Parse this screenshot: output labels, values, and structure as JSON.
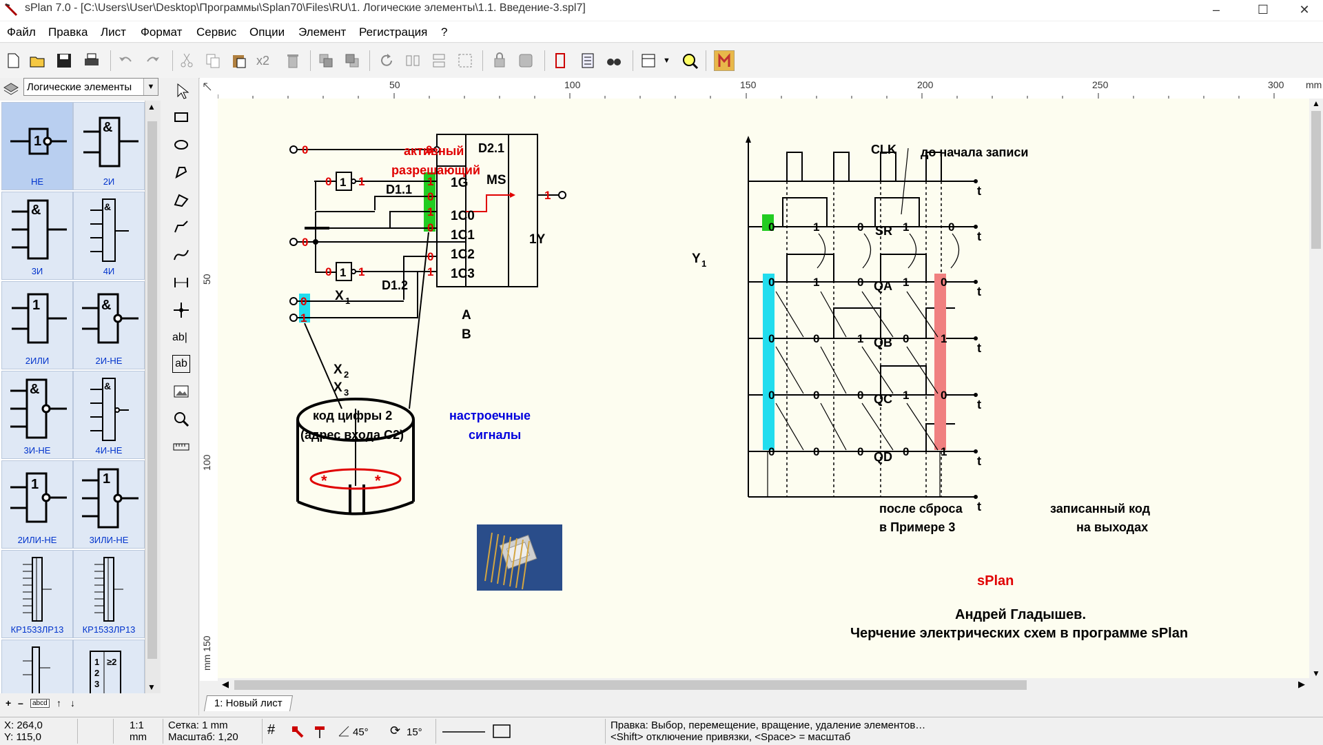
{
  "window": {
    "title": "sPlan 7.0 - [C:\\Users\\User\\Desktop\\Программы\\Splan70\\Files\\RU\\1. Логические элементы\\1.1. Введение-3.spl7]",
    "minimize": "–",
    "maximize": "☐",
    "close": "✕"
  },
  "menu": [
    "Файл",
    "Правка",
    "Лист",
    "Формат",
    "Сервис",
    "Опции",
    "Элемент",
    "Регистрация",
    "?"
  ],
  "toolbar": {
    "icons": [
      "new-icon",
      "open-icon",
      "save-icon",
      "print-icon",
      "undo-icon",
      "redo-icon",
      "cut-icon",
      "copy-icon",
      "paste-icon",
      "duplicate-icon",
      "delete-icon",
      "front-icon",
      "back-icon",
      "rotate-icon",
      "mirror-h-icon",
      "mirror-v-icon",
      "mirror-icon",
      "group-icon",
      "ungroup-icon",
      "component-icon",
      "list-icon",
      "find-icon",
      "grid-icon",
      "zoom-icon",
      "snap-icon"
    ],
    "x2_label": "x2"
  },
  "library": {
    "selected": "Логические элементы",
    "items": [
      {
        "label": "НЕ",
        "selected": true
      },
      {
        "label": "2И"
      },
      {
        "label": "3И"
      },
      {
        "label": "4И"
      },
      {
        "label": "2ИЛИ"
      },
      {
        "label": "2И-НЕ"
      },
      {
        "label": "3И-НЕ"
      },
      {
        "label": "4И-НЕ"
      },
      {
        "label": "2ИЛИ-НЕ"
      },
      {
        "label": "3ИЛИ-НЕ"
      },
      {
        "label": "КР1533ЛР13"
      },
      {
        "label": "КР1533ЛР13"
      },
      {
        "label": ""
      },
      {
        "label": ""
      }
    ],
    "bottom": {
      "add": "+",
      "remove": "–",
      "abcd": "abcd",
      "up": "↑",
      "down": "↓"
    }
  },
  "tools": {
    "text_tool": "ab|",
    "text_box_tool": "ab"
  },
  "ruler": {
    "top_ticks": [
      "50",
      "100",
      "150",
      "200",
      "250",
      "300",
      "mm"
    ],
    "left_ticks": [
      "50",
      "100",
      "mm 150"
    ]
  },
  "tabs": [
    {
      "label": "1: Новый лист"
    }
  ],
  "status": {
    "x": "X: 264,0",
    "y": "Y: 115,0",
    "scale_ratio": "1:1",
    "unit": "mm",
    "grid": "Сетка: 1 mm",
    "zoom": "Масштаб:   1,20",
    "angle1": "45°",
    "angle2": "15°",
    "hint1": "Правка: Выбор, перемещение, вращение, удаление элементов…",
    "hint2": "<Shift> отключение привязки, <Space> = масштаб"
  },
  "schematic": {
    "d21": "D2.1",
    "d11": "D1.1",
    "d12": "D1.2",
    "g1": "1G",
    "ms": "MS",
    "c0": "1C0",
    "c1": "1C1",
    "c2": "1C2",
    "c3": "1C3",
    "a": "A",
    "b": "B",
    "out": "1Y",
    "active1": "активный",
    "active2": "разрешающий",
    "x1": "X",
    "x2": "X",
    "x3": "X",
    "x1sub": "1",
    "x2sub": "2",
    "x3sub": "3",
    "y1": "Y",
    "y1sub": "1",
    "code1": "код цифры 2",
    "code2": "(адрес входа С2)",
    "tune1": "настроечные",
    "tune2": "сигналы",
    "one": "1",
    "zero": "0",
    "nand_one": "1"
  },
  "timing": {
    "labels": [
      "CLK",
      "SR",
      "QA",
      "QB",
      "QC",
      "QD"
    ],
    "t": "t",
    "note_top": "до начала записи",
    "note_left1": "после сброса",
    "note_left2": "в Примере 3",
    "note_right1": "записанный код",
    "note_right2": "на выходах"
  },
  "credits": {
    "splan": "sPlan",
    "author": "Андрей Гладышев.",
    "book": "Черчение электрических схем в программе sPlan"
  },
  "colors": {
    "red": "#e00000",
    "green": "#22cc22",
    "cyan": "#22ddee",
    "pink": "#f08080",
    "blue": "#0000dd"
  }
}
